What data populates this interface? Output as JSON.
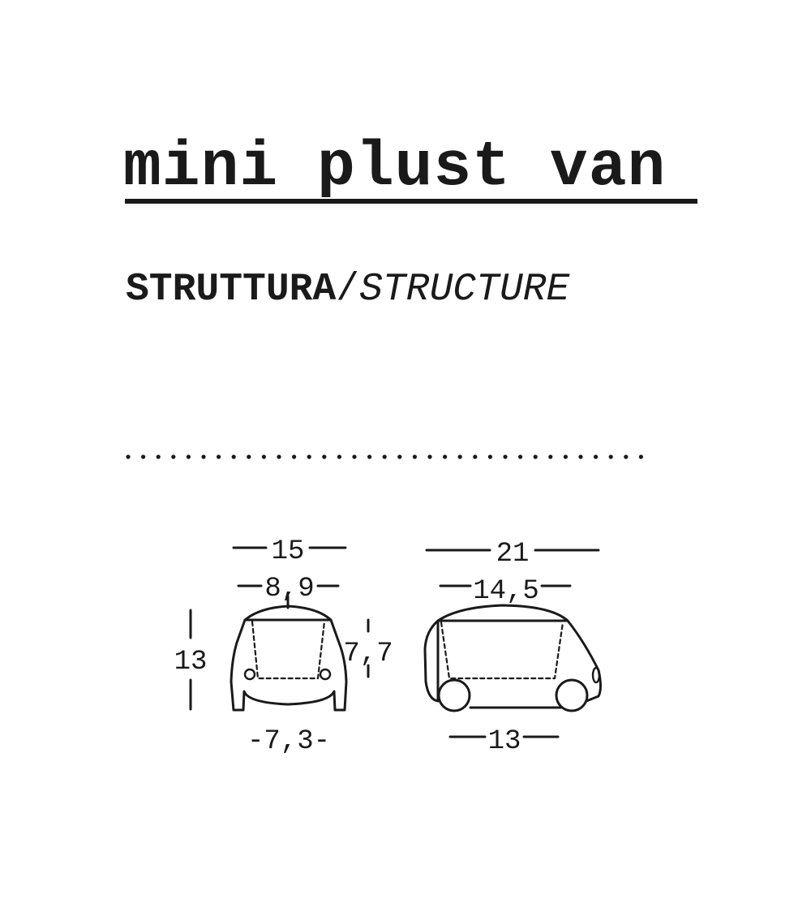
{
  "title": "mini plust van",
  "subtitle": {
    "italian": "STRUTTURA",
    "separator": "/",
    "english": "STRUCTURE"
  },
  "colors": {
    "ink": "#1a1a1a",
    "background": "#ffffff"
  },
  "front_view": {
    "total_width": "15",
    "top_width": "8,9",
    "height": "13",
    "seat_height": "7,7",
    "base_width": "-7,3-"
  },
  "side_view": {
    "total_length": "21",
    "top_length": "14,5",
    "base_length": "13"
  }
}
